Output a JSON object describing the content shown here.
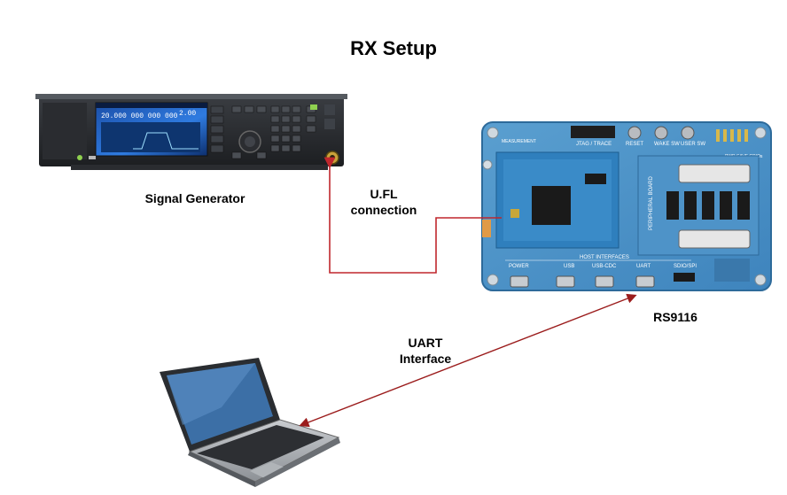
{
  "diagram": {
    "title": "RX Setup",
    "nodes": {
      "signal_generator": {
        "label": "Signal Generator"
      },
      "rs9116": {
        "label": "RS9116"
      },
      "laptop": {
        "label": ""
      }
    },
    "connections": {
      "ufl": {
        "label_line1": "U.FL",
        "label_line2": "connection",
        "color": "#c0272d"
      },
      "uart": {
        "label_line1": "UART",
        "label_line2": "Interface",
        "color": "#9b1c1c"
      }
    },
    "board_silkscreen": {
      "measurement": "MEASUREMENT",
      "jtag": "JTAG / TRACE",
      "reset": "RESET",
      "wake_sw": "WAKE SW",
      "user_sw": "USER SW",
      "host_interfaces": "HOST INTERFACES",
      "power": "POWER",
      "usb": "USB",
      "usb_cdc": "USB-CDC",
      "uart": "UART",
      "sdio_spi": "SDIO/SPI",
      "peripheral": "PERIPHERAL BOARD",
      "pwr_save": "PWR SAVE GPIOs"
    },
    "instrument_display": {
      "frequency": "20.000 000 000 000",
      "level": "2.00"
    }
  }
}
